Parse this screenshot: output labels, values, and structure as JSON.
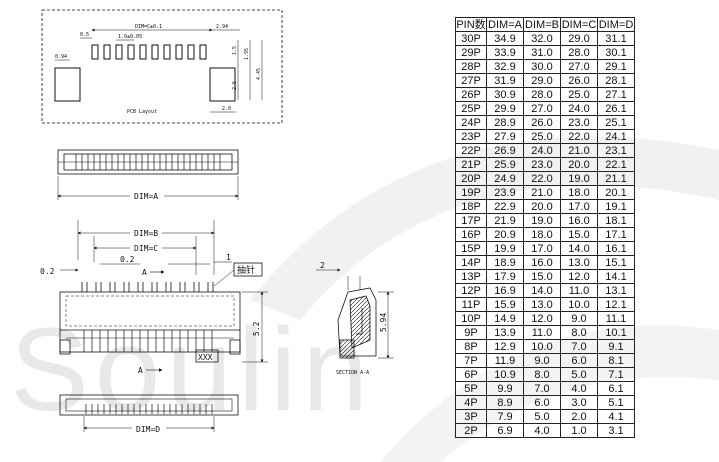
{
  "watermark": {
    "text": "Soulin",
    "color": "#e6e6e6"
  },
  "pcb_layout": {
    "title": "PCB Layout",
    "dims": {
      "dim_c": "DIM=C±0.1",
      "pitch": "1.0±0.05",
      "d05": "0.5",
      "d094": "0.94",
      "d294": "2.94",
      "d15": "1.5",
      "d25": "2.5",
      "d445": "4.45",
      "d195": "1.95",
      "d20": "2.0"
    }
  },
  "views": {
    "dim_a": "DIM=A",
    "dim_b": "DIM=B",
    "dim_c": "DIM=C",
    "dim_d": "DIM=D",
    "d02_left": "0.2",
    "d02_mid": "0.2",
    "d1": "1",
    "d52": "5.2",
    "d2": "2",
    "d594": "5.94",
    "section_arrow_top": "A",
    "section_arrow_bottom": "A",
    "pull_label": "抽针",
    "xxx": "XXX",
    "section_label": "SECTION  A-A"
  },
  "table": {
    "headers": [
      "PIN数",
      "DIM=A",
      "DIM=B",
      "DIM=C",
      "DIM=D"
    ],
    "rows": [
      [
        "30P",
        "34.9",
        "32.0",
        "29.0",
        "31.1"
      ],
      [
        "29P",
        "33.9",
        "31.0",
        "28.0",
        "30.1"
      ],
      [
        "28P",
        "32.9",
        "30.0",
        "27.0",
        "29.1"
      ],
      [
        "27P",
        "31.9",
        "29.0",
        "26.0",
        "28.1"
      ],
      [
        "26P",
        "30.9",
        "28.0",
        "25.0",
        "27.1"
      ],
      [
        "25P",
        "29.9",
        "27.0",
        "24.0",
        "26.1"
      ],
      [
        "24P",
        "28.9",
        "26.0",
        "23.0",
        "25.1"
      ],
      [
        "23P",
        "27.9",
        "25.0",
        "22.0",
        "24.1"
      ],
      [
        "22P",
        "26.9",
        "24.0",
        "21.0",
        "23.1"
      ],
      [
        "21P",
        "25.9",
        "23.0",
        "20.0",
        "22.1"
      ],
      [
        "20P",
        "24.9",
        "22.0",
        "19.0",
        "21.1"
      ],
      [
        "19P",
        "23.9",
        "21.0",
        "18.0",
        "20.1"
      ],
      [
        "18P",
        "22.9",
        "20.0",
        "17.0",
        "19.1"
      ],
      [
        "17P",
        "21.9",
        "19.0",
        "16.0",
        "18.1"
      ],
      [
        "16P",
        "20.9",
        "18.0",
        "15.0",
        "17.1"
      ],
      [
        "15P",
        "19.9",
        "17.0",
        "14.0",
        "16.1"
      ],
      [
        "14P",
        "18.9",
        "16.0",
        "13.0",
        "15.1"
      ],
      [
        "13P",
        "17.9",
        "15.0",
        "12.0",
        "14.1"
      ],
      [
        "12P",
        "16.9",
        "14.0",
        "11.0",
        "13.1"
      ],
      [
        "11P",
        "15.9",
        "13.0",
        "10.0",
        "12.1"
      ],
      [
        "10P",
        "14.9",
        "12.0",
        "9.0",
        "11.1"
      ],
      [
        "9P",
        "13.9",
        "11.0",
        "8.0",
        "10.1"
      ],
      [
        "8P",
        "12.9",
        "10.0",
        "7.0",
        "9.1"
      ],
      [
        "7P",
        "11.9",
        "9.0",
        "6.0",
        "8.1"
      ],
      [
        "6P",
        "10.9",
        "8.0",
        "5.0",
        "7.1"
      ],
      [
        "5P",
        "9.9",
        "7.0",
        "4.0",
        "6.1"
      ],
      [
        "4P",
        "8.9",
        "6.0",
        "3.0",
        "5.1"
      ],
      [
        "3P",
        "7.9",
        "5.0",
        "2.0",
        "4.1"
      ],
      [
        "2P",
        "6.9",
        "4.0",
        "1.0",
        "3.1"
      ]
    ]
  }
}
